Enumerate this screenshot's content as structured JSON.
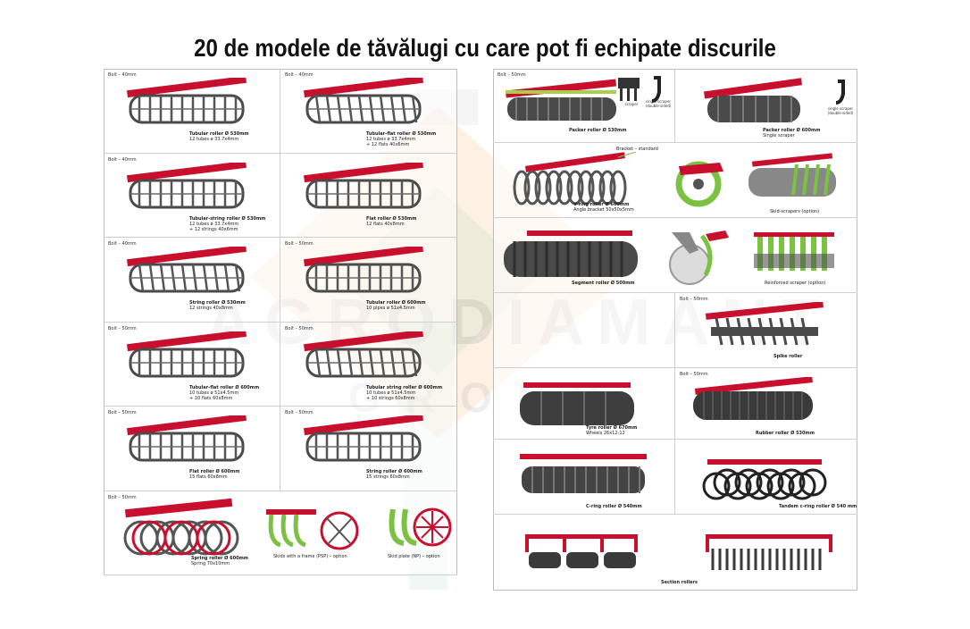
{
  "title": "20 de modele de tăvălugi cu care pot fi echipate discurile",
  "watermark": {
    "brand": "AGRODIAMANT",
    "group": "GROUP"
  },
  "left_panel": [
    {
      "bolt": "Bolt – 40mm",
      "name": "Tubular roller Ø 530mm",
      "spec1": "12 tubes ø 33.7x4mm",
      "spec2": ""
    },
    {
      "bolt": "Bolt – 40mm",
      "name": "Tubular-flat roller Ø 530mm",
      "spec1": "12 tubes ø 33.7x4mm",
      "spec2": "+ 12 flats 40x6mm"
    },
    {
      "bolt": "Bolt – 40mm",
      "name": "Tubular-string roller Ø 530mm",
      "spec1": "12 tubes ø 33.7x4mm",
      "spec2": "+ 12 strings 40x6mm"
    },
    {
      "bolt": "",
      "name": "Flat roller Ø 530mm",
      "spec1": "12 flats 40x8mm",
      "spec2": ""
    },
    {
      "bolt": "Bolt – 40mm",
      "name": "String roller Ø 530mm",
      "spec1": "12 strings 40x8mm",
      "spec2": ""
    },
    {
      "bolt": "Bolt – 50mm",
      "name": "Tubular roller Ø 600mm",
      "spec1": "10 pipes ø 51x4.5mm",
      "spec2": ""
    },
    {
      "bolt": "Bolt – 50mm",
      "name": "Tubular-flat roller Ø 600mm",
      "spec1": "10 tubes ø 51x4.5mm",
      "spec2": "+ 10 flats 60x8mm"
    },
    {
      "bolt": "Bolt – 50mm",
      "name": "Tubular string roller Ø 600mm",
      "spec1": "10 tubes ø 51x4.5mm",
      "spec2": "+ 10 strings 60x8mm"
    },
    {
      "bolt": "Bolt – 50mm",
      "name": "Flat roller Ø 600mm",
      "spec1": "15 flats 60x8mm",
      "spec2": ""
    },
    {
      "bolt": "Bolt – 50mm",
      "name": "String roller Ø 600mm",
      "spec1": "15 strings 60x8mm",
      "spec2": ""
    }
  ],
  "spring": {
    "bolt": "Bolt – 50mm",
    "name": "Spring roller Ø 600mm",
    "spec1": "Spring 70x10mm",
    "opt1": "Skids with a frame (PSP) – option",
    "opt2": "Skid plate (NP) – option"
  },
  "right_panel": {
    "bolt_top": "Bolt – 50mm",
    "packer530": "Packer roller Ø 530mm",
    "scraper": "scraper",
    "single_scraper_ds": "single scraper (double-sided)",
    "packer600": "Packer roller Ø 600mm",
    "packer600_spec": "Single scraper",
    "single_scraper_ds2": "single scraper (double-sided)",
    "bracket": "Bracket – standard",
    "vring": "V-ring roller Ø 600mm",
    "vring_spec": "Angle bracket 50x50x5mm",
    "skid_scrapers": "Skid-scrapers (option)",
    "segment": "Segment roller Ø 500mm",
    "reinforced": "Reinforced scraper (option)",
    "spike_bolt": "Bolt – 50mm",
    "spike": "Spike roller",
    "rubber_bolt": "Bolt – 50mm",
    "tyre": "Tyre roller Ø 670mm",
    "tyre_spec": "Wheels 26x12-12",
    "rubber": "Rubber roller Ø 530mm",
    "cring": "C-ring roller Ø 540mm",
    "tandem": "Tandem c-ring roller Ø 540 mm",
    "section": "Section rollers"
  },
  "colors": {
    "frame_red": "#c8102e",
    "steel": "#4a4a4a",
    "spring_green": "#7cc242"
  }
}
